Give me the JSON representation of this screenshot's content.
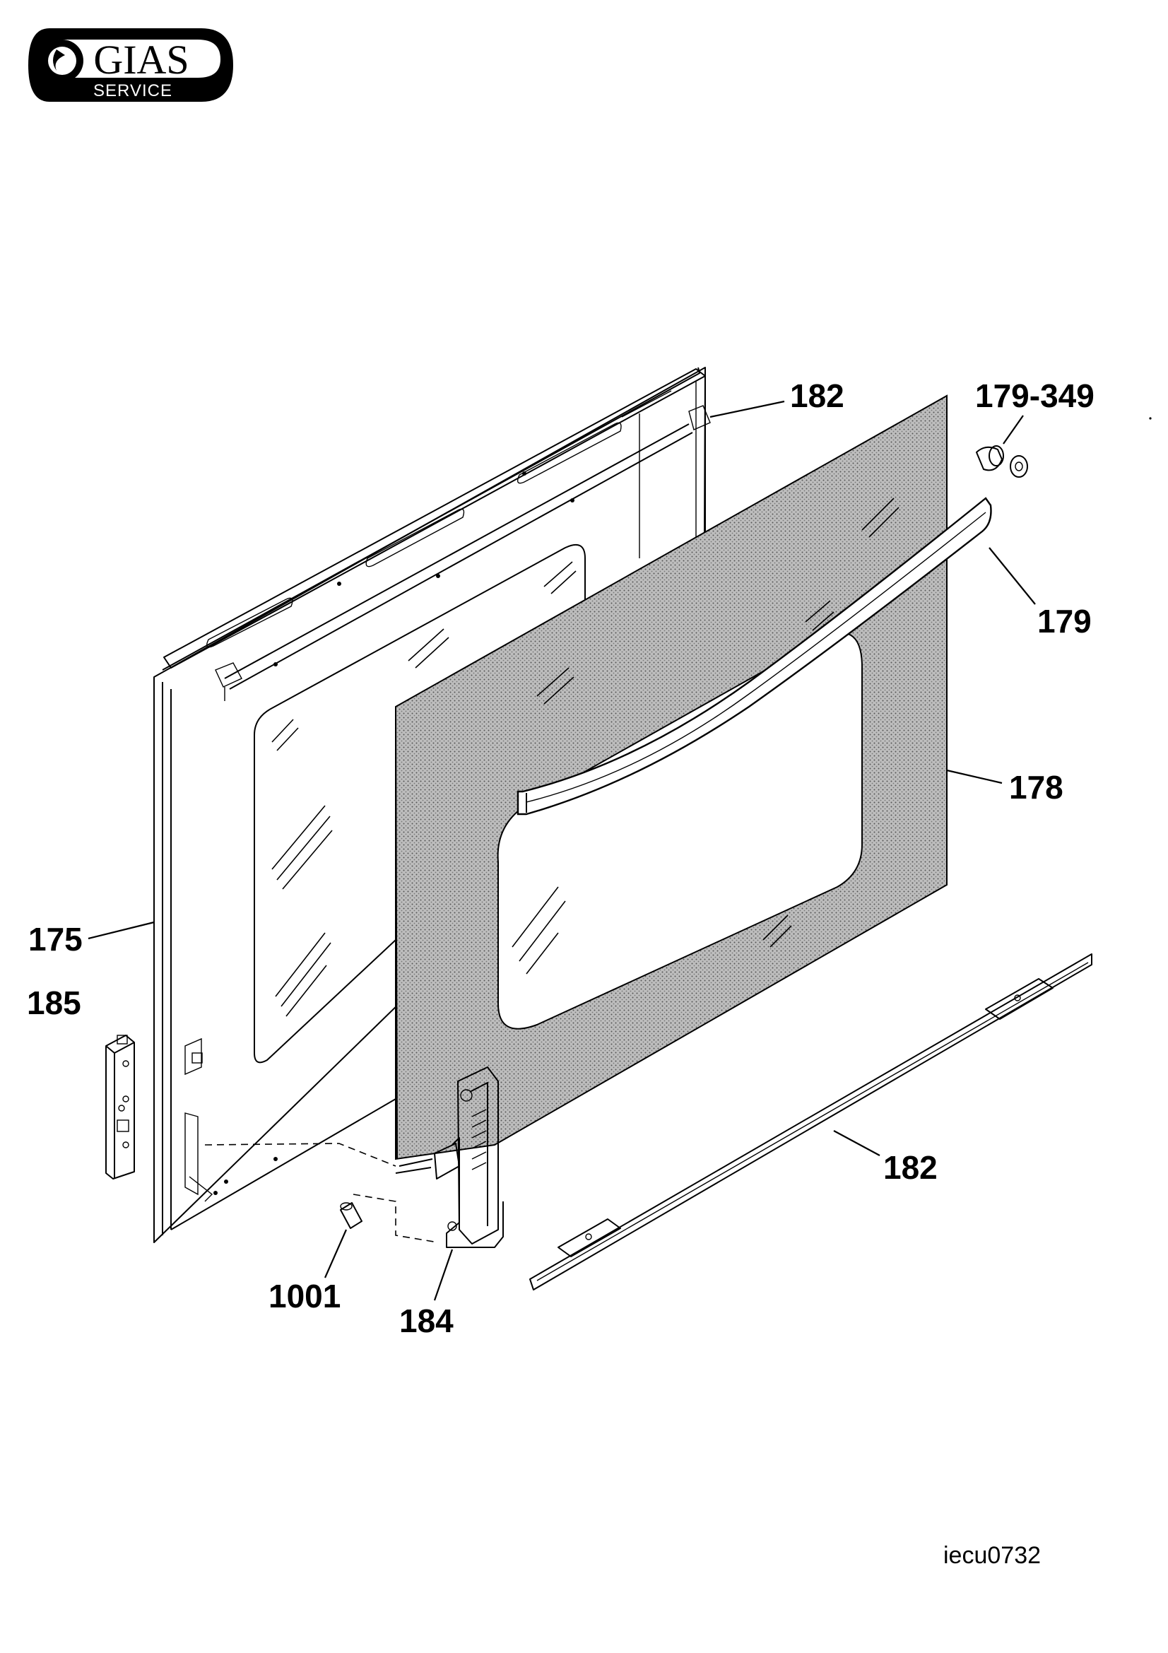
{
  "logo": {
    "brand": "GIAS",
    "sub": "SERVICE"
  },
  "callouts": {
    "p182_top": "182",
    "p179_349": "179-349",
    "p179": "179",
    "p178": "178",
    "p175": "175",
    "p185": "185",
    "p182_bottom": "182",
    "p1001": "1001",
    "p184": "184"
  },
  "drawing_code": "iecu0732"
}
